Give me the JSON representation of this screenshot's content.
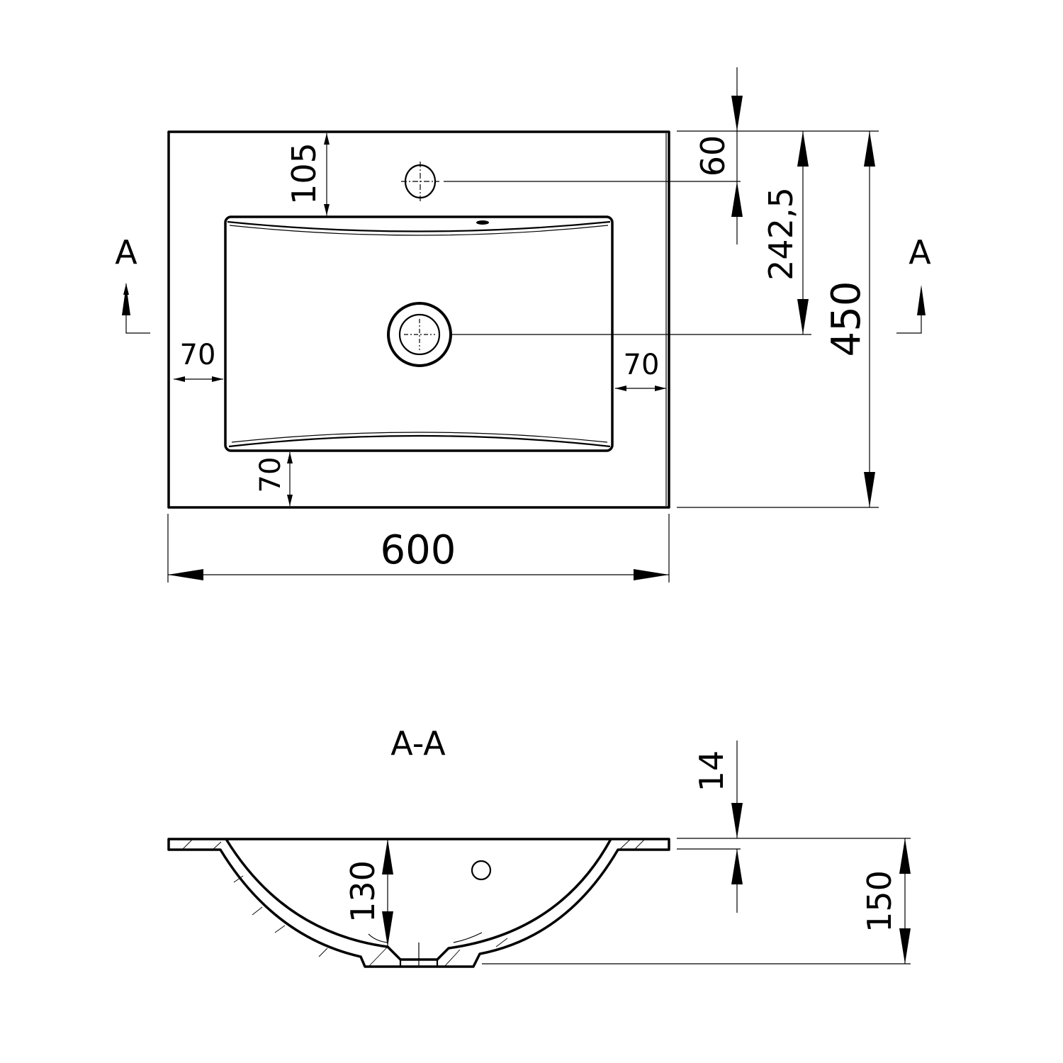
{
  "top_view": {
    "section_mark_left": "A",
    "section_mark_right": "A",
    "dimensions": {
      "tap_to_basin": "105",
      "tap_offset": "60",
      "drain_offset": "242,5",
      "depth": "450",
      "rim_left": "70",
      "rim_right": "70",
      "rim_front": "70",
      "width": "600"
    }
  },
  "section_view": {
    "title": "A-A",
    "dimensions": {
      "rim_thickness": "14",
      "bowl_depth": "130",
      "total_height": "150"
    }
  },
  "colors": {
    "line": "#000000",
    "background": "#ffffff"
  }
}
